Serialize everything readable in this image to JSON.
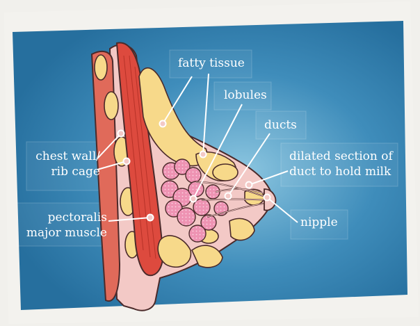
{
  "diagram": {
    "colors": {
      "panel": "#2f7fae",
      "panel_glow": "#74b5d6",
      "card_edge": "#f3f2ee",
      "skin": "#f3c9c6",
      "muscle": "#dd4a3e",
      "fat": "#f7d98a",
      "lobule": "#ec8fb0",
      "outline": "#4b2a2a",
      "leader": "#ffffff"
    },
    "labels": {
      "fatty_tissue": "fatty tissue",
      "lobules": "lobules",
      "ducts": "ducts",
      "dilated_line1": "dilated section of",
      "dilated_line2": "duct to hold milk",
      "chest_line1": "chest wall/",
      "chest_line2": "rib cage",
      "pect_line1": "pectoralis",
      "pect_line2": "major muscle",
      "nipple": "nipple"
    }
  }
}
